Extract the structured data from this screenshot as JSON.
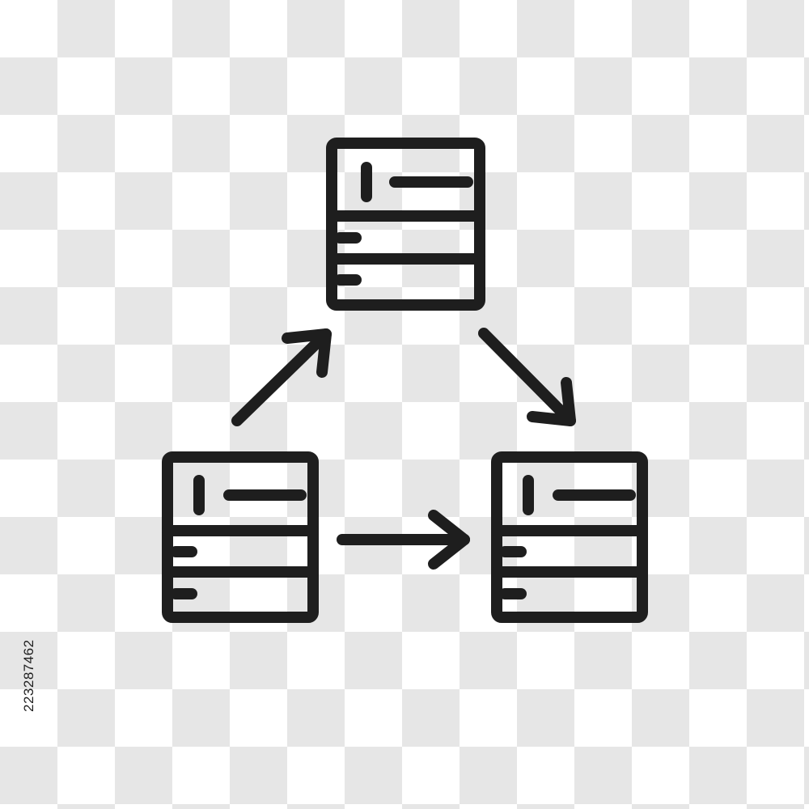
{
  "icon": {
    "name": "data-flow-between-database-servers",
    "stroke_color": "#1e1e1e",
    "nodes": [
      "server-top",
      "server-bottom-left",
      "server-bottom-right"
    ],
    "arrows": [
      {
        "from": "server-bottom-left",
        "to": "server-top"
      },
      {
        "from": "server-top",
        "to": "server-bottom-right"
      },
      {
        "from": "server-bottom-left",
        "to": "server-bottom-right"
      }
    ]
  },
  "background": {
    "pattern": "transparency-checkerboard",
    "light_color": "#ffffff",
    "dark_color": "#e6e6e6"
  },
  "stock_id": "223287462"
}
